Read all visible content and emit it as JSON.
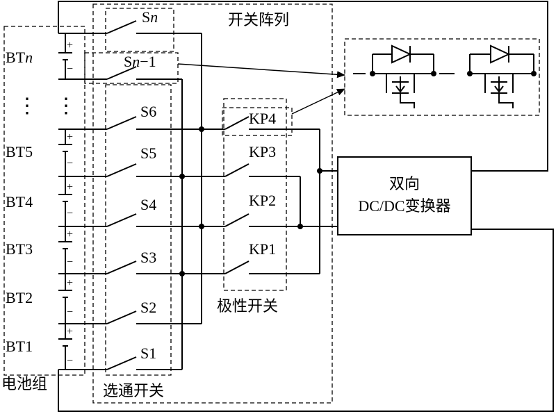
{
  "labels": {
    "battery_group": "电池组",
    "switch_array": "开关阵列",
    "gating_switches": "选通开关",
    "polarity_switches": "极性开关",
    "converter_line1": "双向",
    "converter_line2": "DC/DC变换器",
    "ellipsis": "⋮"
  },
  "batteries": [
    {
      "id": "BTn",
      "label": "BTn",
      "plus": "+",
      "minus": "−"
    },
    {
      "id": "BT5",
      "label": "BT5",
      "plus": "+",
      "minus": "−"
    },
    {
      "id": "BT4",
      "label": "BT4",
      "plus": "+",
      "minus": "−"
    },
    {
      "id": "BT3",
      "label": "BT3",
      "plus": "+",
      "minus": "−"
    },
    {
      "id": "BT2",
      "label": "BT2",
      "plus": "+",
      "minus": "−"
    },
    {
      "id": "BT1",
      "label": "BT1",
      "plus": "+",
      "minus": "−"
    }
  ],
  "gating_switches": [
    "Sn",
    "Sn−1",
    "S6",
    "S5",
    "S4",
    "S3",
    "S2",
    "S1"
  ],
  "polarity_switches": [
    "KP4",
    "KP3",
    "KP2",
    "KP1"
  ],
  "colors": {
    "line": "#000000",
    "background": "#ffffff"
  }
}
